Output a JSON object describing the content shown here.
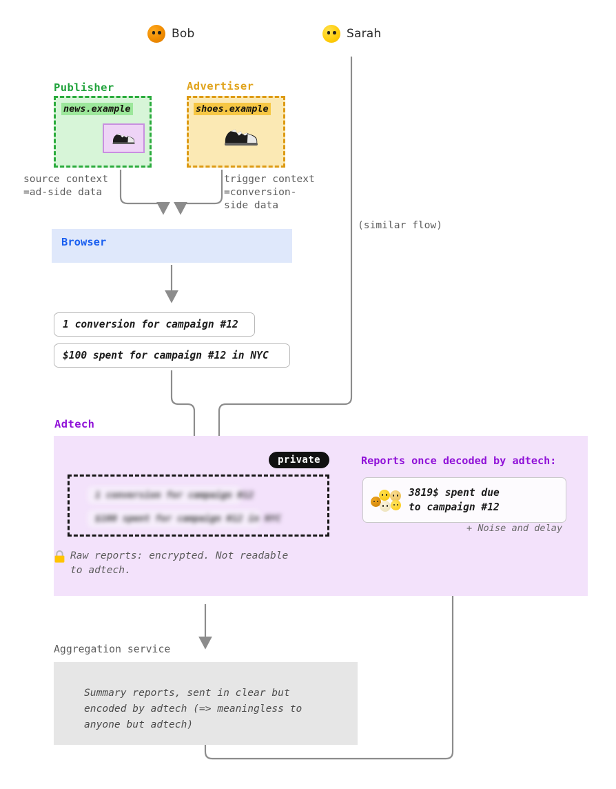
{
  "people": [
    {
      "name": "Bob",
      "color": "#f08c00",
      "icon": "face-icon"
    },
    {
      "name": "Sarah",
      "color": "#ffcc08",
      "icon": "face-icon"
    }
  ],
  "publisher": {
    "caption": "Publisher",
    "caption_color": "#21a33c",
    "domain": "news.example",
    "ad_slot_icon": "sneaker-icon",
    "border_color": "#2aab3c",
    "fill_color": "#d7f5d8"
  },
  "advertiser": {
    "caption": "Advertiser",
    "caption_color": "#e0a31b",
    "domain": "shoes.example",
    "product_icon": "sneaker-icon",
    "border_color": "#dd9a13",
    "fill_color": "#fbe9b4"
  },
  "annotations": {
    "source_context": "source context\n=ad-side data",
    "trigger_context": "trigger context\n=conversion-\nside data",
    "similar_flow": "(similar flow)",
    "noise_and_delay": "+ Noise and delay"
  },
  "browser": {
    "label": "Browser",
    "label_color": "#1a5ff0",
    "fill_color": "#dfe8fb"
  },
  "reports": [
    "1 conversion for campaign #12",
    "$100 spent for campaign #12 in NYC"
  ],
  "adtech": {
    "caption": "Adtech",
    "caption_color": "#9012d8",
    "fill_color": "#f3e2fb",
    "private_badge": "private",
    "encrypted_reports": [
      "1 conversion for campaign #12",
      "$100 spent for campaign #12 in NYC"
    ],
    "lock_icon": "lock-icon",
    "lock_note": "Raw reports: encrypted. Not readable\nto adtech.",
    "reports_title": "Reports once decoded by adtech:",
    "decoded_report": "3819$ spent due\nto campaign #12",
    "decoded_faces": [
      "#d08a10",
      "#ffcc08",
      "#f2c24a",
      "#f4e7c0",
      "#ffd21e"
    ]
  },
  "aggregation": {
    "caption": "Aggregation service",
    "fill_color": "#e6e6e6",
    "text": "Summary reports, sent in clear but\nencoded by adtech (=> meaningless to\nanyone but adtech)"
  }
}
